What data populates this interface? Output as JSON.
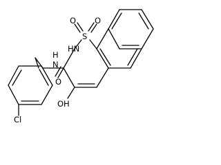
{
  "molecule": {
    "atoms": {
      "o_top_left": "O",
      "o_top_right": "O",
      "sulfur": "S",
      "nh_ring": "HN",
      "nh_amide": "N",
      "h_amide": "H",
      "o_amide": "O",
      "oh_label": "OH",
      "cl": "Cl"
    }
  }
}
